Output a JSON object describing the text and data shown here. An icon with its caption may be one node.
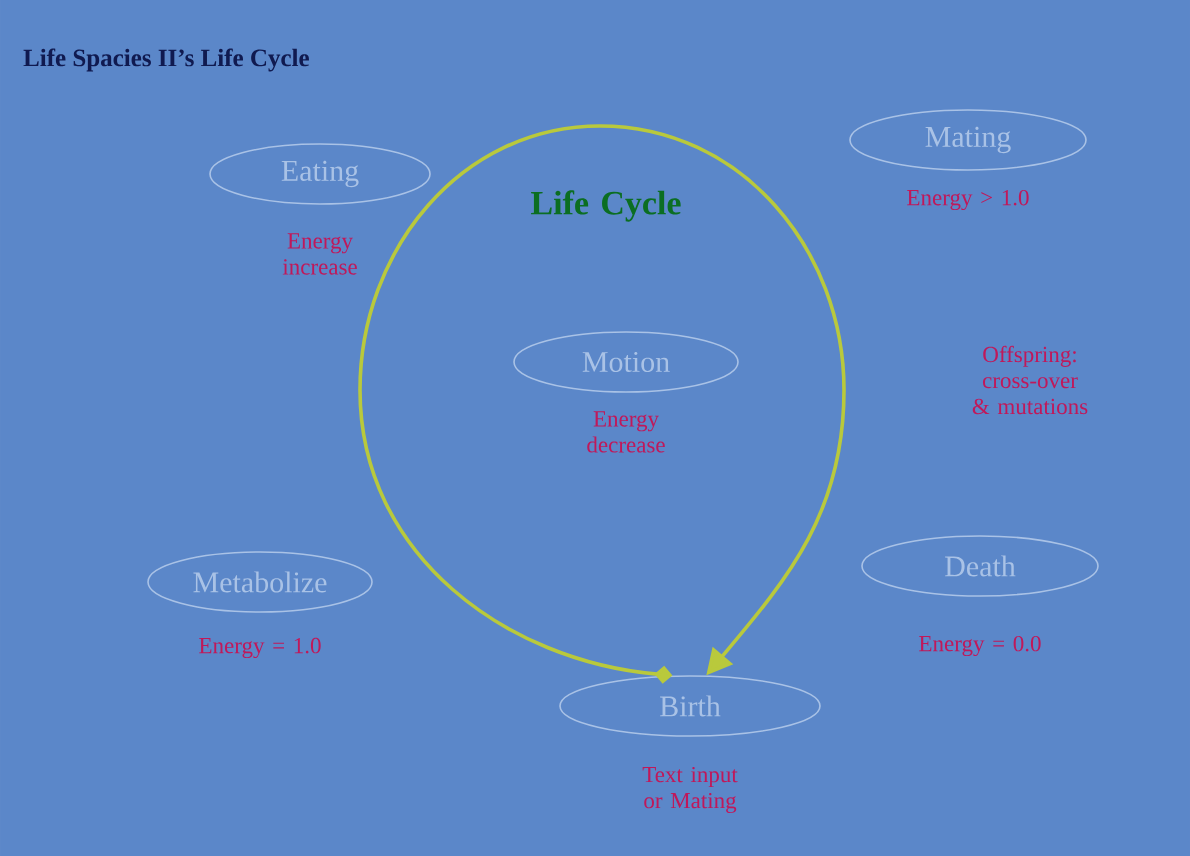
{
  "diagram": {
    "title": "Life Spacies II’s Life Cycle",
    "nodes": [
      {
        "text": [
          "Eating"
        ],
        "beside": [
          "Energy increase"
        ]
      },
      {
        "text": [
          "Mating"
        ],
        "beside": [
          "Energy > 1.0"
        ]
      },
      {
        "text": [
          "Motion"
        ],
        "beside": [
          "Energy decrease"
        ]
      },
      {
        "text": [
          "Metabolize"
        ],
        "beside": [
          "Energy = 1.0"
        ]
      },
      {
        "text": [
          "Death"
        ],
        "beside": [
          "Energy = 0.0"
        ]
      },
      {
        "text": [
          "Birth"
        ],
        "beside": [
          "Text input or Mating"
        ]
      }
    ],
    "edges": [
      {
        "from": 5,
        "to": 5,
        "arrow": "to",
        "color": "#b9c93c"
      }
    ],
    "labels": [
      "Life Cycle",
      "Offspring: cross-over & mutations"
    ]
  }
}
